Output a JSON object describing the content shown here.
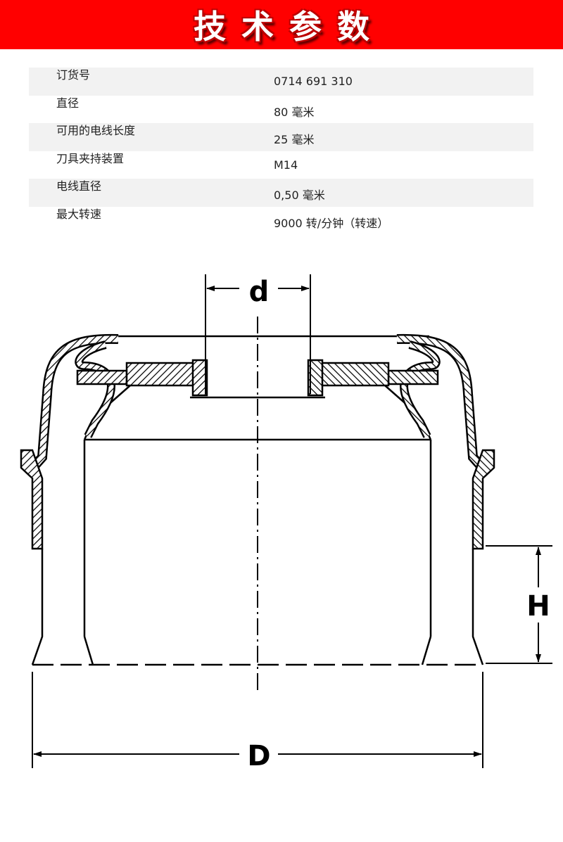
{
  "banner": {
    "title": "技术参数",
    "color": "#ff0000"
  },
  "specs": [
    {
      "label": "订货号",
      "value": "0714 691 310"
    },
    {
      "label": "直径",
      "value": "80 毫米"
    },
    {
      "label": "可用的电线长度",
      "value": "25 毫米"
    },
    {
      "label": "刀具夹持装置",
      "value": "M14"
    },
    {
      "label": "电线直径",
      "value": "0,50 毫米"
    },
    {
      "label": "最大转速",
      "value": "9000 转/分钟（转速）"
    }
  ],
  "drawing": {
    "dim_hub": "d",
    "dim_height": "H",
    "dim_diameter": "D"
  }
}
